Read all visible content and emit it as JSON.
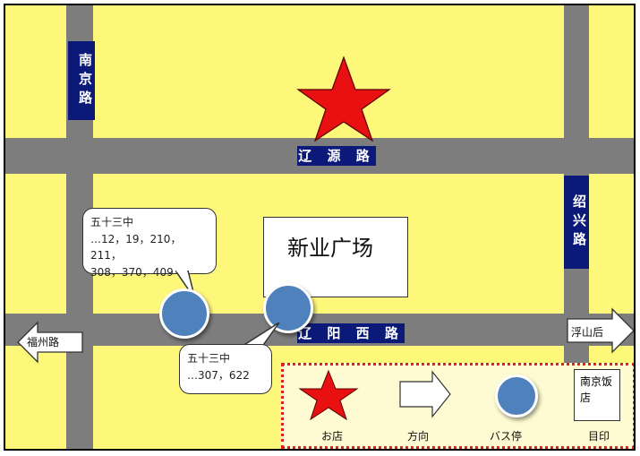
{
  "roads": {
    "nanjing_road": "南京路",
    "liaoyuan_road": "辽 源 路",
    "shaoxing_road": "绍兴路",
    "liaoyang_west_road": "辽 阳 西 路"
  },
  "landmark": {
    "plaza": "新业广场"
  },
  "bus_callouts": {
    "north": {
      "stop": "五十三中",
      "lines_1": "…12，19，210，211，",
      "lines_2": "308，370，409"
    },
    "south": {
      "stop": "五十三中",
      "lines": "…307，622"
    }
  },
  "directions": {
    "west": "福州路",
    "east": "浮山后"
  },
  "legend": {
    "shop_label": "お店",
    "direction_label": "方向",
    "bus_label": "バス停",
    "landmark_label": "目印",
    "landmark_sample": "南京饭店"
  },
  "colors": {
    "block": "#fdf77a",
    "road": "#7d7d7d",
    "road_label_bg": "#0b1a78",
    "star": "#e81010",
    "bus_stop": "#4f81bd",
    "legend_border": "#e02020"
  },
  "icons": {
    "shop": "red-star-icon",
    "bus_stop": "blue-circle-icon",
    "direction": "arrow-icon"
  }
}
